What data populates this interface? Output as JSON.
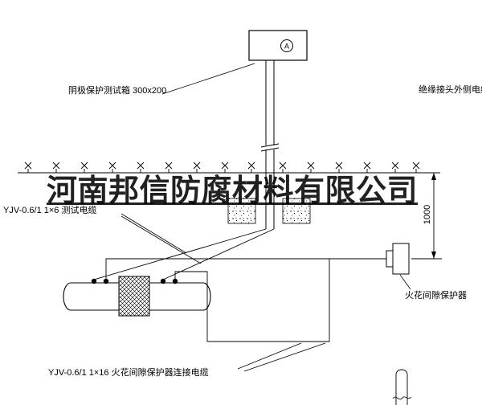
{
  "watermark": {
    "text": "河南邦信防腐材料有限公司"
  },
  "labels": {
    "test_box": "阴极保护测试箱 300x200",
    "insulation_joint_cable": "绝缘接头外侧电缆",
    "test_cable": "YJV-0.6/1 1×6  测试电缆",
    "spark_gap_protector": "火花间隙保护器",
    "spark_gap_cable": "YJV-0.6/1 1×16  火花间隙保护器连接电缆"
  },
  "dimension": {
    "height_mm": "1000"
  },
  "symbols": {
    "terminal_letter": "A"
  },
  "colors": {
    "line": "#000000",
    "watermark": "#1a1a1a",
    "background": "#ffffff"
  }
}
